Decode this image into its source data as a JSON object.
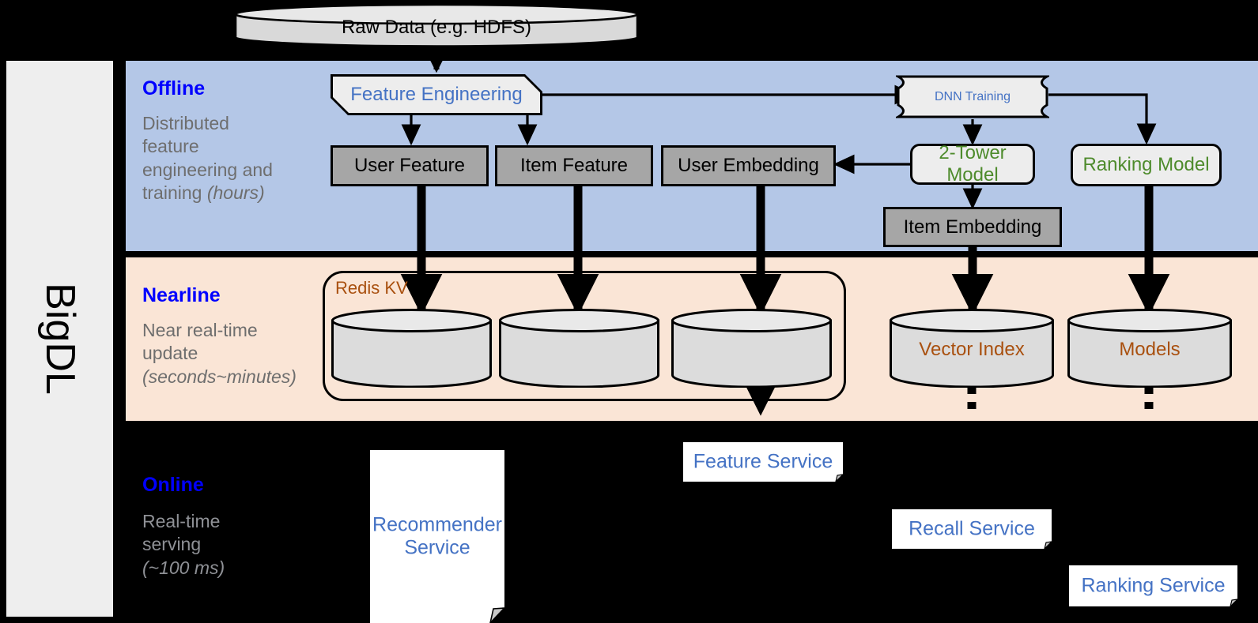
{
  "diagram": {
    "framework_label": "BigDL",
    "colors": {
      "offline_band": "#b4c7e7",
      "nearline_band": "#fae5d6",
      "online_band": "#000000",
      "rail": "#eeeeee",
      "accent_blue": "#0000ff",
      "node_blue_text": "#4472c4",
      "node_green_text": "#4e8b2c",
      "node_brown_text": "#a9500f",
      "gray_node": "#a6a6a6",
      "proc_node": "#ededed"
    },
    "source": {
      "label": "Raw Data (e.g. HDFS)"
    },
    "bands": [
      {
        "id": "offline",
        "title": "Offline",
        "subtitle_lines": [
          "Distributed",
          "feature",
          "engineering and",
          "training "
        ],
        "subtitle_italic": "(hours)"
      },
      {
        "id": "nearline",
        "title": "Nearline",
        "subtitle_lines": [
          "Near real-time",
          "update"
        ],
        "subtitle_italic": "(seconds~minutes)"
      },
      {
        "id": "online",
        "title": "Online",
        "subtitle_lines": [
          "Real-time",
          "serving"
        ],
        "subtitle_italic": "(~100 ms)"
      }
    ],
    "offline_nodes": {
      "feature_engineering": "Feature Engineering",
      "dnn_training": "DNN Training",
      "user_feature": "User Feature",
      "item_feature": "Item Feature",
      "user_embedding": "User Embedding",
      "two_tower_model": "2-Tower Model",
      "ranking_model": "Ranking Model",
      "item_embedding": "Item Embedding"
    },
    "nearline_nodes": {
      "redis_kv": "Redis KV",
      "store_1": "",
      "store_2": "",
      "store_3": "",
      "vector_index": "Vector Index",
      "models": "Models"
    },
    "online_nodes": {
      "recommender_service": "Recommender\nService",
      "recommender_service_line1": "Recommender",
      "recommender_service_line2": "Service",
      "feature_service": "Feature Service",
      "recall_service": "Recall Service",
      "ranking_service": "Ranking Service"
    }
  }
}
